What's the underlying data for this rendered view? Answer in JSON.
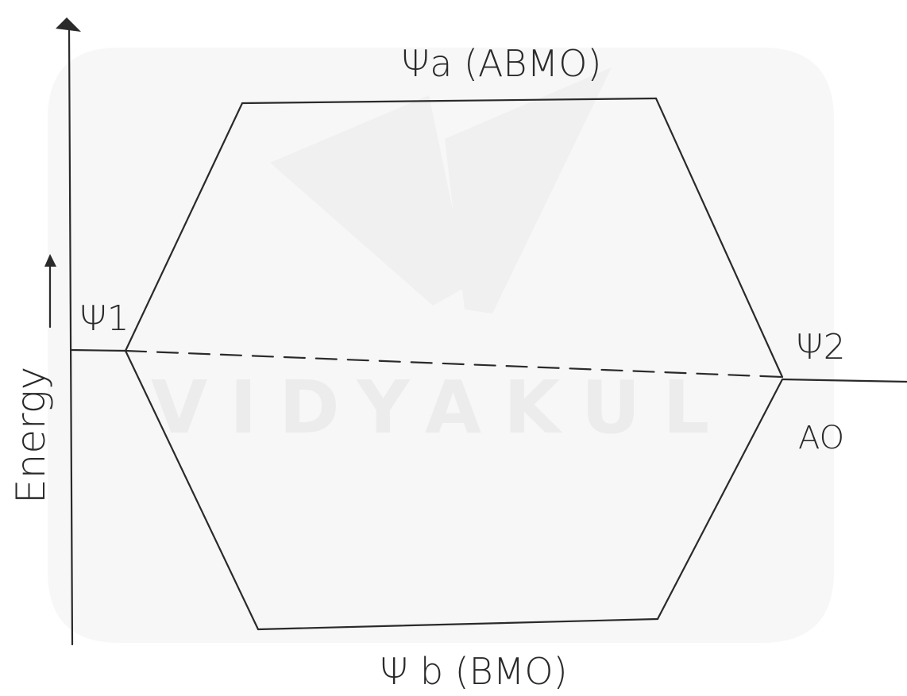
{
  "labels": {
    "antibonding": "Ψa (ABMO)",
    "bonding": "Ψ b (BMO)",
    "psi1": "Ψ1",
    "psi2": "Ψ2",
    "ao": "AO",
    "energy_axis": "Energy"
  },
  "watermark": {
    "text": "VIDYAKUL"
  },
  "colors": {
    "ink": "#2a2a2a",
    "watermark": "#ececec"
  }
}
